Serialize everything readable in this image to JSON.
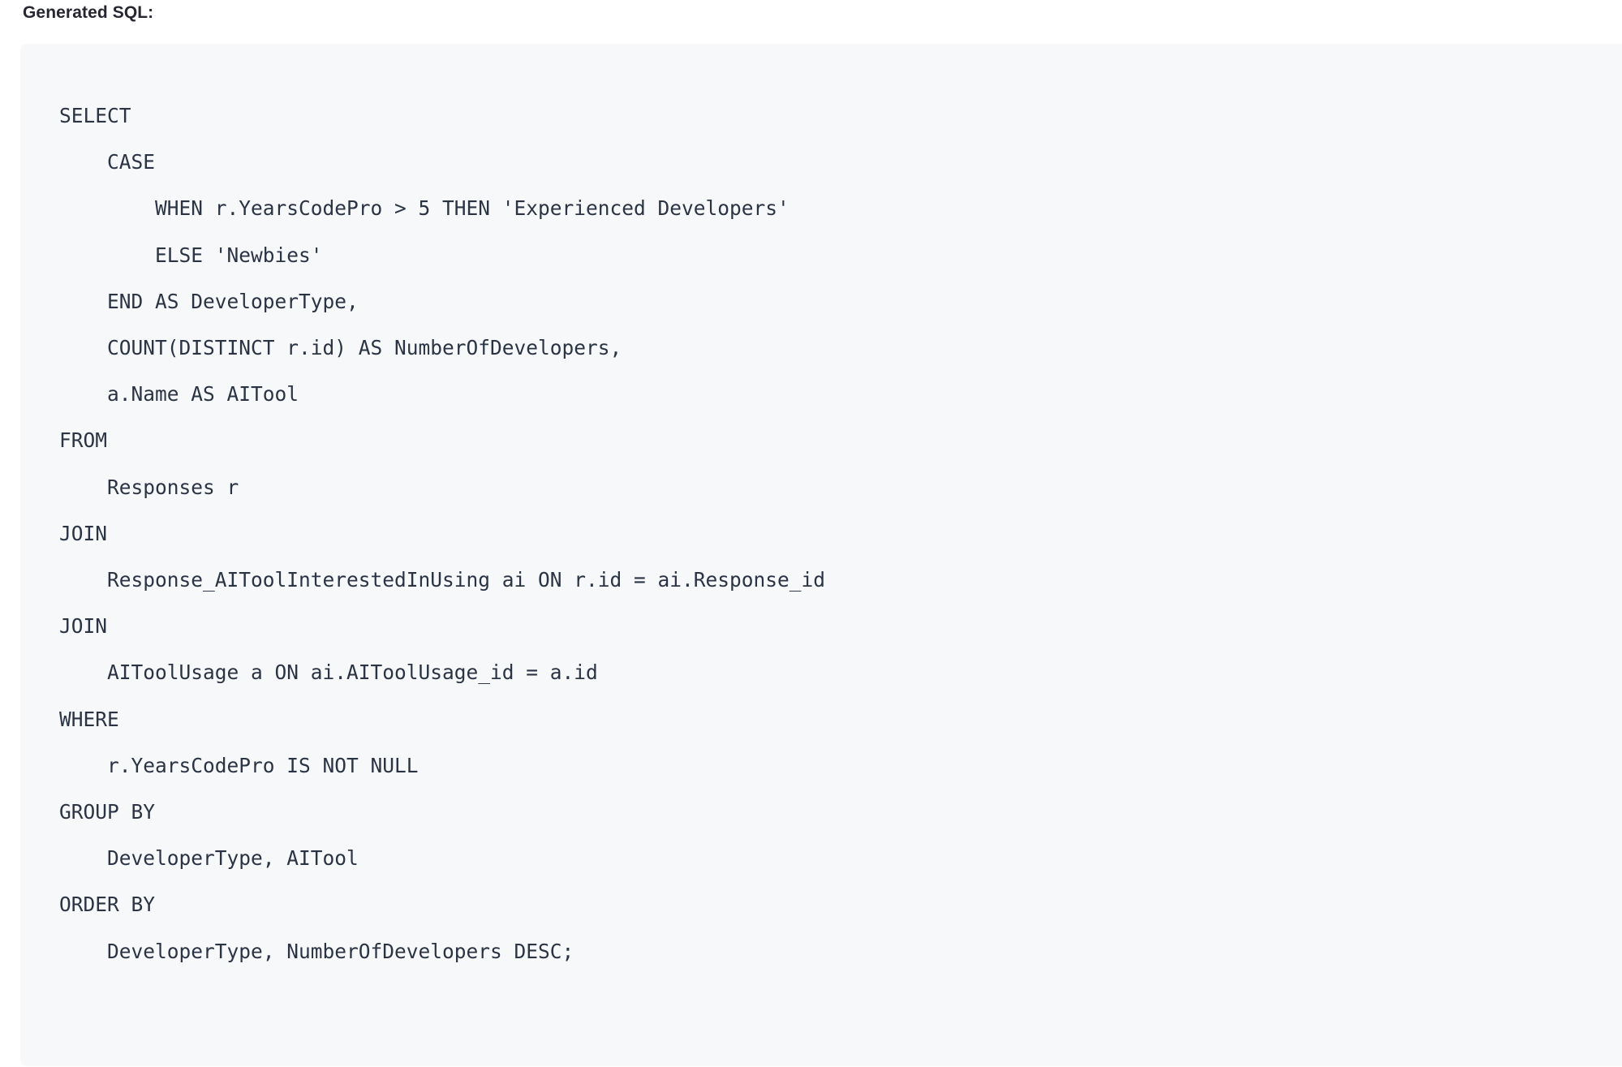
{
  "section": {
    "label": "Generated SQL:"
  },
  "code_block": {
    "language": "sql",
    "background_color": "#f7f8f9",
    "text_color": "#2b3445",
    "lines": [
      "SELECT",
      "    CASE",
      "        WHEN r.YearsCodePro > 5 THEN 'Experienced Developers'",
      "        ELSE 'Newbies'",
      "    END AS DeveloperType,",
      "    COUNT(DISTINCT r.id) AS NumberOfDevelopers,",
      "    a.Name AS AITool",
      "FROM",
      "    Responses r",
      "JOIN",
      "    Response_AIToolInterestedInUsing ai ON r.id = ai.Response_id",
      "JOIN",
      "    AIToolUsage a ON ai.AIToolUsage_id = a.id",
      "WHERE",
      "    r.YearsCodePro IS NOT NULL",
      "GROUP BY",
      "    DeveloperType, AITool",
      "ORDER BY",
      "    DeveloperType, NumberOfDevelopers DESC;"
    ],
    "text": "SELECT\n    CASE\n        WHEN r.YearsCodePro > 5 THEN 'Experienced Developers'\n        ELSE 'Newbies'\n    END AS DeveloperType,\n    COUNT(DISTINCT r.id) AS NumberOfDevelopers,\n    a.Name AS AITool\nFROM\n    Responses r\nJOIN\n    Response_AIToolInterestedInUsing ai ON r.id = ai.Response_id\nJOIN\n    AIToolUsage a ON ai.AIToolUsage_id = a.id\nWHERE\n    r.YearsCodePro IS NOT NULL\nGROUP BY\n    DeveloperType, AITool\nORDER BY\n    DeveloperType, NumberOfDevelopers DESC;"
  }
}
